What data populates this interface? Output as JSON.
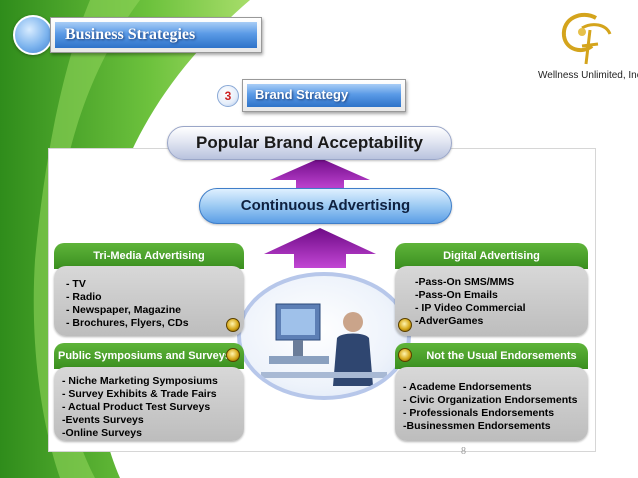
{
  "header": {
    "title": "Business Strategies"
  },
  "logo": {
    "company": "Wellness Unlimited, Inc."
  },
  "section": {
    "number": "3",
    "label": "Brand Strategy"
  },
  "diagram": {
    "goal": "Popular Brand Acceptability",
    "driver": "Continuous Advertising",
    "panels": {
      "tri_media": {
        "title": "Tri-Media Advertising",
        "items": [
          "- TV",
          "- Radio",
          "- Newspaper, Magazine",
          "- Brochures, Flyers, CDs"
        ]
      },
      "digital": {
        "title": "Digital Advertising",
        "items": [
          "-Pass-On SMS/MMS",
          "-Pass-On Emails",
          "- IP Video Commercial",
          "-AdverGames"
        ]
      },
      "symposiums": {
        "title": "Public Symposiums and Surveys",
        "items": [
          "- Niche Marketing Symposiums",
          "- Survey Exhibits & Trade Fairs",
          "- Actual Product Test Surveys",
          "-Events Surveys",
          "-Online Surveys"
        ]
      },
      "endorsements": {
        "title": "Not the Usual Endorsements",
        "items": [
          "- Academe Endorsements",
          "- Civic Organization Endorsements",
          "- Professionals Endorsements",
          "-Businessmen Endorsements"
        ]
      }
    }
  },
  "footer": {
    "page_number": "8"
  },
  "colors": {
    "green": "#3a8f1f",
    "blue": "#2e73c9",
    "arrow": "#9a1aa8"
  }
}
